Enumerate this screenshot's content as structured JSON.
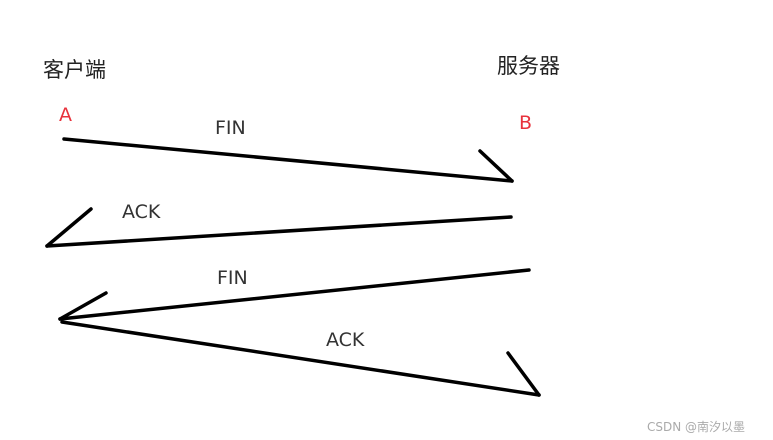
{
  "diagram": {
    "client_label": "客户端",
    "server_label": "服务器",
    "client_endpoint": "A",
    "server_endpoint": "B",
    "endpoint_color": "#e8323c",
    "stroke_color": "#000000",
    "messages": [
      {
        "label": "FIN",
        "from": "A",
        "to": "B"
      },
      {
        "label": "ACK",
        "from": "B",
        "to": "A"
      },
      {
        "label": "FIN",
        "from": "B",
        "to": "A"
      },
      {
        "label": "ACK",
        "from": "A",
        "to": "B"
      }
    ]
  },
  "watermark": "CSDN @南汐以墨"
}
